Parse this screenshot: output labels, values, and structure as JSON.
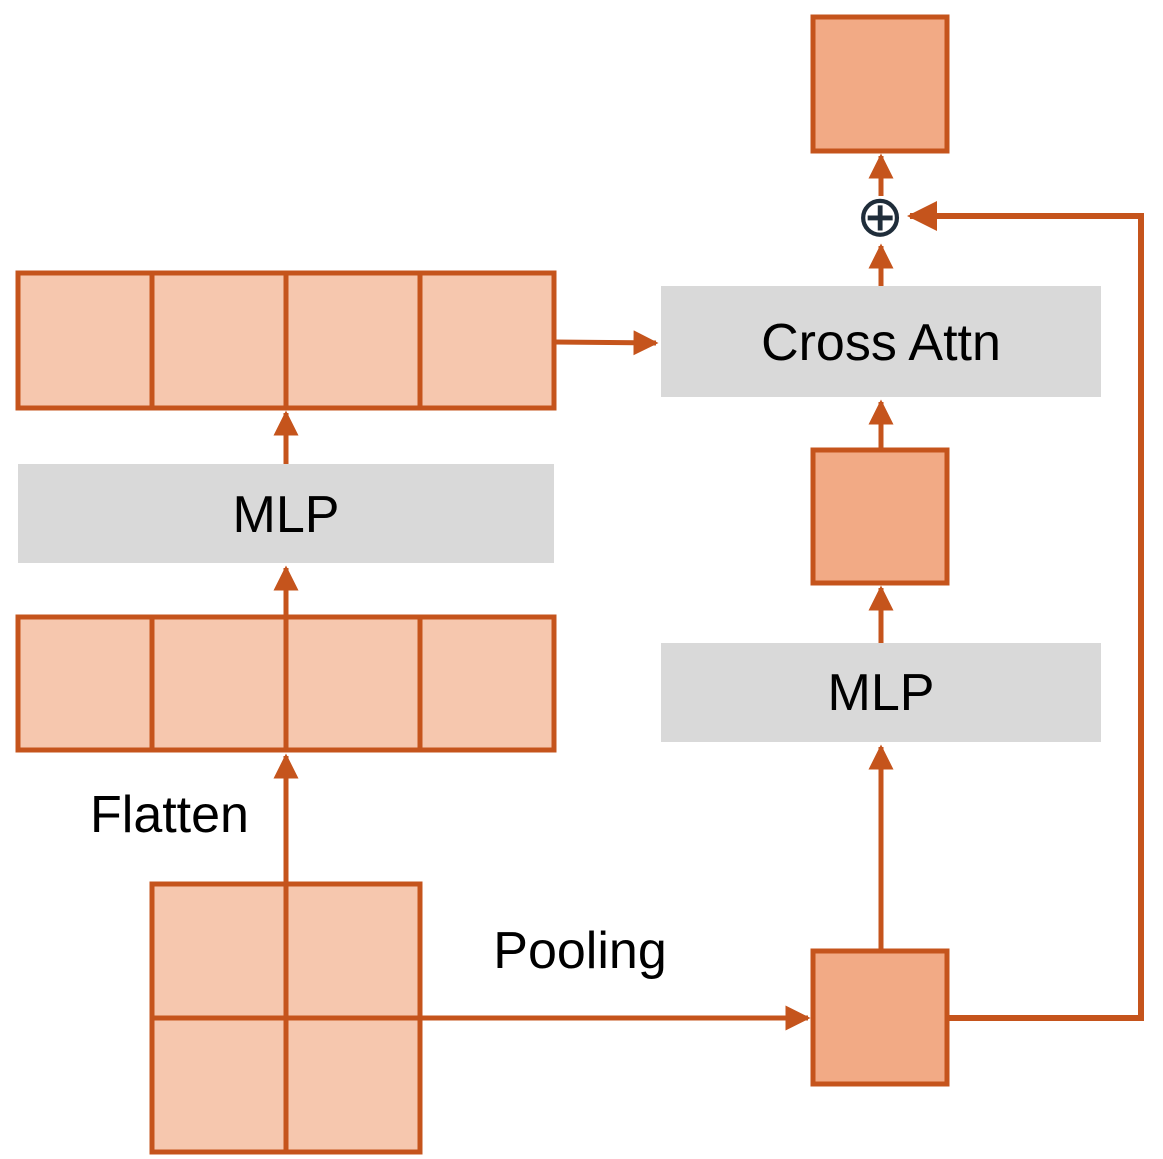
{
  "labels": {
    "cross_attn": "Cross Attn",
    "mlp_left": "MLP",
    "mlp_right": "MLP",
    "flatten": "Flatten",
    "pooling": "Pooling"
  },
  "symbols": {
    "add": "⊕"
  },
  "colors": {
    "stroke": "#c5541c",
    "token_fill_light": "#f6c7ae",
    "token_fill_dark": "#f2aa85",
    "block_fill": "#d9d9d9",
    "add_symbol": "#1f2d3a"
  }
}
